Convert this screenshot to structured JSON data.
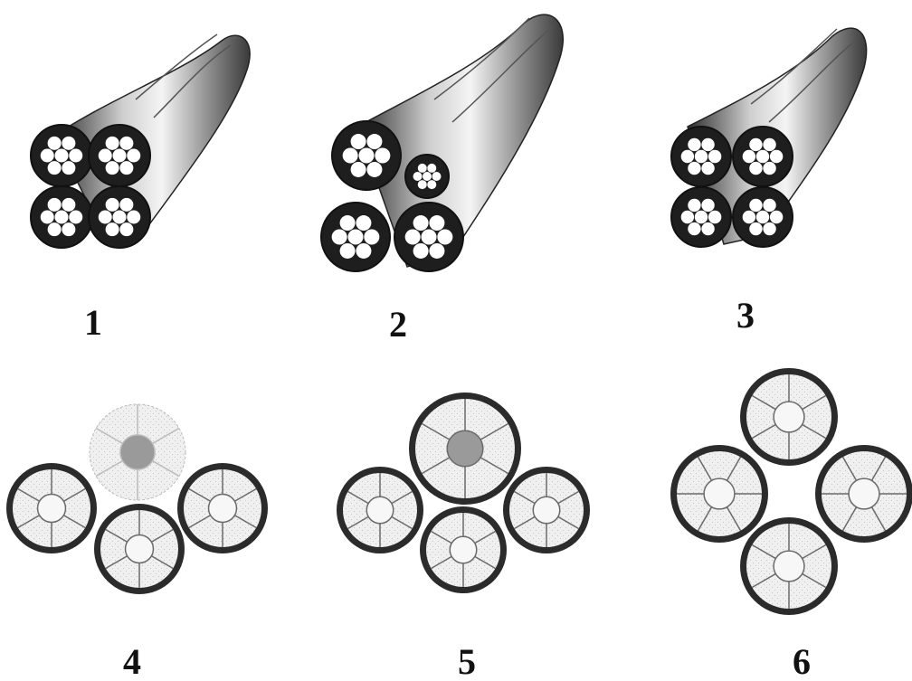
{
  "figure": {
    "labels": [
      "1",
      "2",
      "3",
      "4",
      "5",
      "6"
    ]
  },
  "colors": {
    "outline": "#2b2b2b",
    "strand_fill": "#ffffff",
    "conductor_fill": "#eeeeee",
    "neutral_core": "#9a9a9a",
    "sheath_light": "#f2f2f2",
    "sheath_dark": "#4a4a4a"
  },
  "icons": [
    "twisted-cable-bundle-icon",
    "cable-cross-section-icon"
  ]
}
